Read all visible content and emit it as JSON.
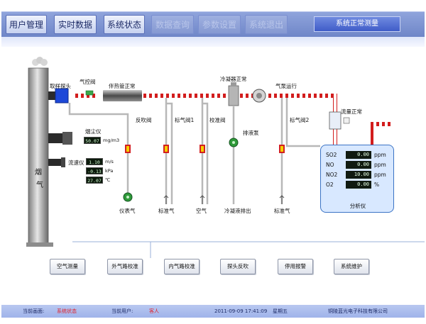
{
  "nav": {
    "items": [
      {
        "label": "用户管理",
        "enabled": true
      },
      {
        "label": "实时数据",
        "enabled": true
      },
      {
        "label": "系统状态",
        "enabled": true
      },
      {
        "label": "数据查询",
        "enabled": false
      },
      {
        "label": "参数设置",
        "enabled": false
      },
      {
        "label": "系统退出",
        "enabled": false
      }
    ],
    "status": "系统正常测量"
  },
  "diagram": {
    "labels": {
      "probe": "取样探头",
      "gas_valve": "气控阀",
      "heat_pipe": "伴热管正常",
      "condenser": "冷凝器正常",
      "pump_state": "气泵运行",
      "flow": "流量正常",
      "dust": "烟尘仪",
      "velocity": "流速仪",
      "back_blow": "反吹阀",
      "std_valve1": "标气阀1",
      "cal_valve": "校准阀",
      "drain_pump": "排液泵",
      "std_valve2": "标气阀2",
      "instr_air": "仪表气",
      "std_gas_a": "标准气",
      "air": "空气",
      "condensate_out": "冷凝液排出",
      "std_gas_b": "标准气",
      "analyzer": "分析仪",
      "chimney_1": "烟",
      "chimney_2": "气"
    },
    "dust_reading": {
      "value": "50.07",
      "unit": "mg/m3"
    },
    "velocity_readings": [
      {
        "value": "1.10",
        "unit": "m/s"
      },
      {
        "value": "-0.13",
        "unit": "kPa"
      },
      {
        "value": "27.07",
        "unit": "℃"
      }
    ],
    "analyzer_rows": [
      {
        "name": "SO2",
        "value": "0.00",
        "unit": "ppm"
      },
      {
        "name": "NO",
        "value": "0.00",
        "unit": "ppm"
      },
      {
        "name": "NO2",
        "value": "10.00",
        "unit": "ppm"
      },
      {
        "name": "O2",
        "value": "0.00",
        "unit": "%"
      }
    ]
  },
  "actions": [
    "空气测量",
    "外气路校准",
    "内气路校准",
    "探头反吹",
    "停用报警",
    "系统维护"
  ],
  "statusbar": {
    "screen_label": "当前画面:",
    "screen_value": "系统状态",
    "user_label": "当前用户:",
    "user_value": "客人",
    "datetime": "2011-09-09 17:41:09",
    "weekday": "星期五",
    "company": "铜陵蓝光电子科技有限公司"
  },
  "colors": {
    "nav_bar": "#6f86c8",
    "pipe_red": "#d21d1d",
    "panel_blue": "#d8e8ff",
    "status_value_red": "#e0202a"
  }
}
